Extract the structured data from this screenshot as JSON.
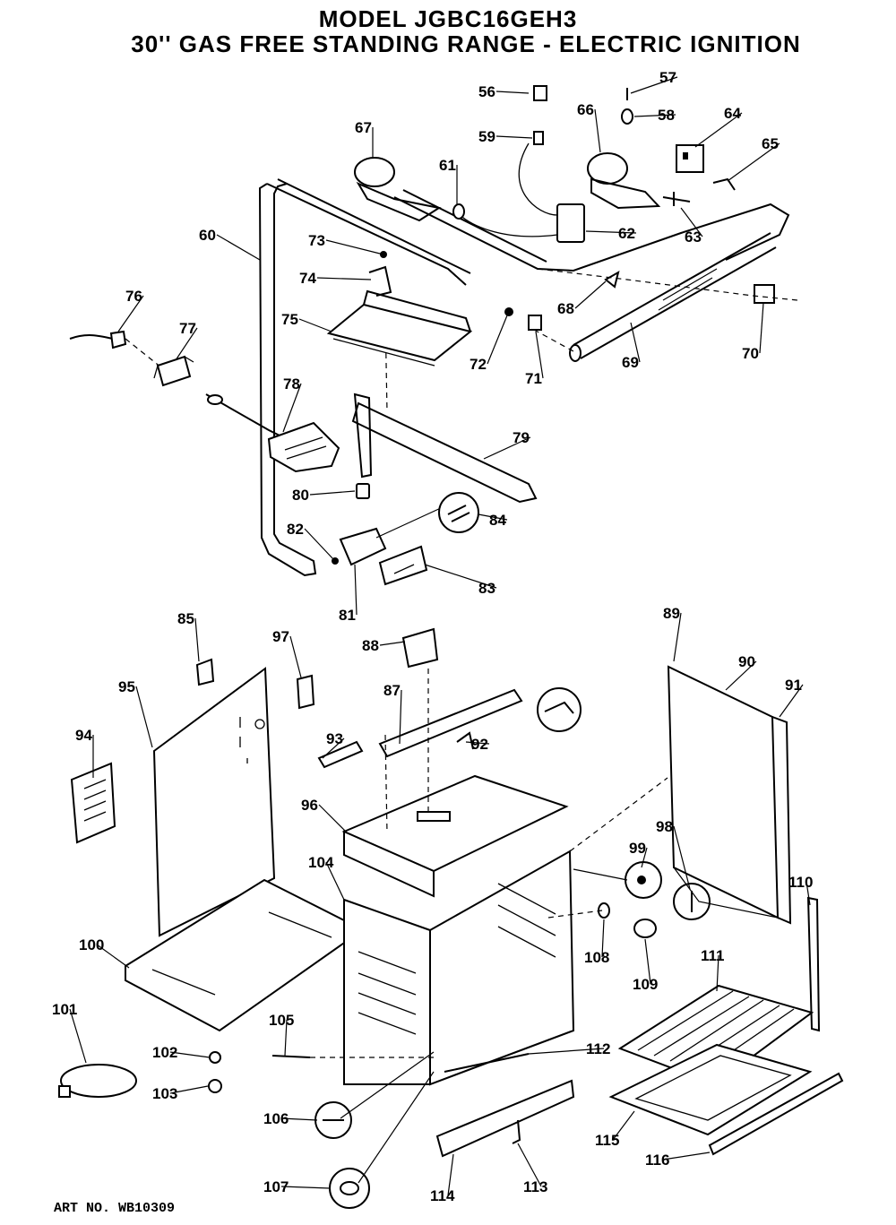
{
  "title": {
    "line1": "MODEL JGBC16GEH3",
    "line2": "30'' GAS FREE STANDING RANGE - ELECTRIC IGNITION"
  },
  "art_number": "ART NO. WB10309",
  "callouts": [
    "56",
    "57",
    "58",
    "59",
    "61",
    "62",
    "63",
    "64",
    "65",
    "66",
    "67",
    "60",
    "73",
    "74",
    "75",
    "72",
    "71",
    "68",
    "69",
    "70",
    "76",
    "77",
    "78",
    "79",
    "80",
    "84",
    "82",
    "83",
    "81",
    "85",
    "95",
    "97",
    "93",
    "94",
    "88",
    "87",
    "92",
    "89",
    "90",
    "91",
    "96",
    "104",
    "99",
    "98",
    "110",
    "100",
    "108",
    "109",
    "111",
    "101",
    "102",
    "103",
    "105",
    "112",
    "106",
    "107",
    "114",
    "113",
    "115",
    "116"
  ]
}
